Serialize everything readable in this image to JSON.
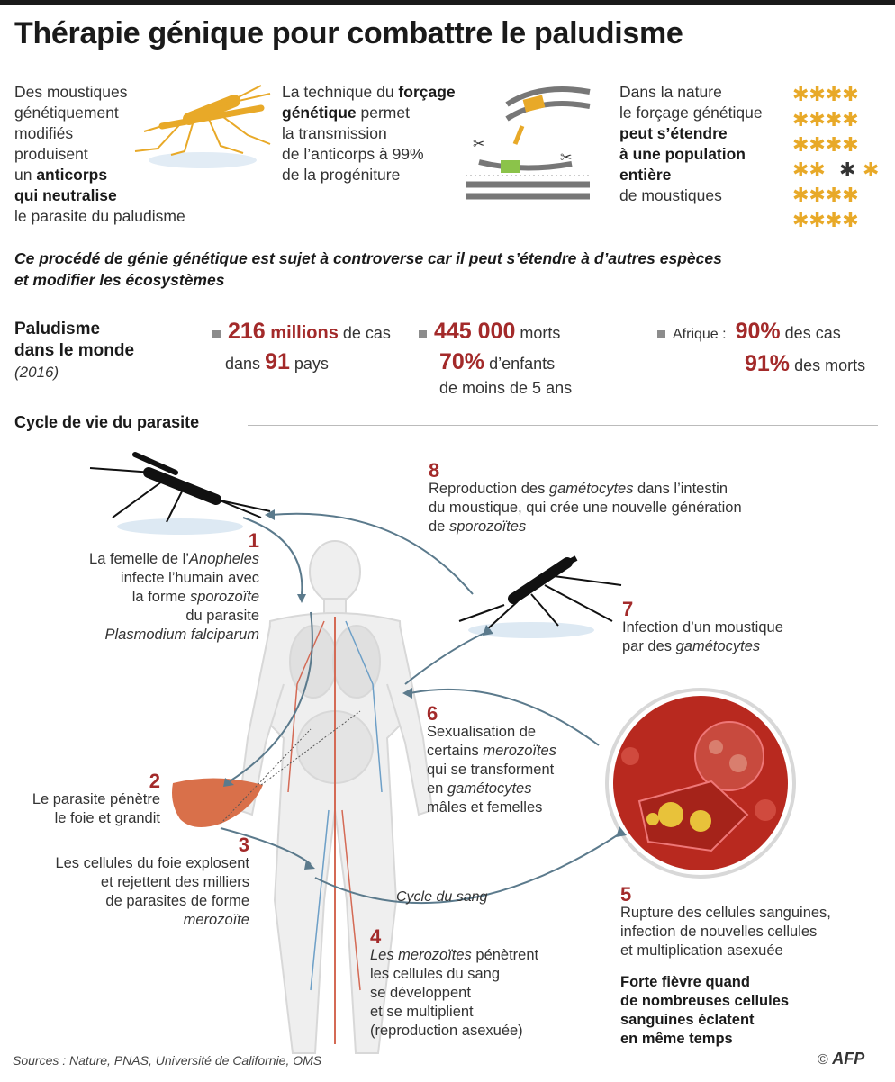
{
  "title": "Thérapie génique pour combattre le paludisme",
  "intro": {
    "col1": {
      "t1": "Des moustiques",
      "t2": "génétiquement",
      "t3": "modifiés",
      "t4": "produisent",
      "t5a": "un ",
      "t5b": "anticorps",
      "t6": "qui neutralise",
      "t7": "le parasite du paludisme"
    },
    "col2": {
      "t1a": "La technique du ",
      "t1b": "forçage",
      "t2a": "génétique",
      "t2b": " permet",
      "t3": "la transmission",
      "t4": "de l’anticorps à 99%",
      "t5": "de la progéniture"
    },
    "col3": {
      "t1": "Dans la nature",
      "t2": "le forçage génétique",
      "t3": "peut s’étendre",
      "t4": "à une population",
      "t5": "entière",
      "t6": "de moustiques"
    }
  },
  "controverse": {
    "line1": "Ce procédé de génie génétique est sujet à controverse car il peut s’étendre à d’autres espèces",
    "line2": "et modifier les écosystèmes"
  },
  "stats": {
    "title1": "Paludisme",
    "title2": "dans le monde",
    "year": "(2016)",
    "cases_num": "216",
    "cases_unit": "millions",
    "cases_text": "de cas",
    "countries_pre": "dans",
    "countries_num": "91",
    "countries_text": "pays",
    "deaths_num": "445 000",
    "deaths_text": "morts",
    "children_pct": "70%",
    "children_text1": "d’enfants",
    "children_text2": "de moins de 5 ans",
    "africa_label": "Afrique :",
    "africa_cases_pct": "90%",
    "africa_cases_text": "des cas",
    "africa_deaths_pct": "91%",
    "africa_deaths_text": "des morts"
  },
  "cycle": {
    "title": "Cycle de vie du parasite",
    "sang": "Cycle du sang",
    "s1": {
      "num": "1",
      "l1a": "La femelle de l’",
      "l1b": "Anopheles",
      "l2": "infecte l’humain avec",
      "l3a": "la forme ",
      "l3b": "sporozoïte",
      "l4": "du parasite",
      "l5": "Plasmodium falciparum"
    },
    "s2": {
      "num": "2",
      "l1": "Le parasite pénètre",
      "l2": "le foie et grandit"
    },
    "s3": {
      "num": "3",
      "l1": "Les cellules du foie explosent",
      "l2": "et rejettent des milliers",
      "l3": "de parasites de forme",
      "l4": "merozoïte"
    },
    "s4": {
      "num": "4",
      "l1a": "Les merozoïtes",
      "l1b": " pénètrent",
      "l2": "les cellules du sang",
      "l3": "se développent",
      "l4": "et se multiplient",
      "l5": "(reproduction asexuée)"
    },
    "s5": {
      "num": "5",
      "l1": "Rupture des cellules sanguines,",
      "l2": "infection de nouvelles cellules",
      "l3": "et multiplication asexuée",
      "f1": "Forte fièvre quand",
      "f2": "de nombreuses cellules",
      "f3": "sanguines éclatent",
      "f4": "en même temps"
    },
    "s6": {
      "num": "6",
      "l1": "Sexualisation de",
      "l2a": "certains ",
      "l2b": "merozoïtes",
      "l3": "qui se transforment",
      "l4a": "en ",
      "l4b": "gamétocytes",
      "l5": "mâles et femelles"
    },
    "s7": {
      "num": "7",
      "l1": "Infection d’un moustique",
      "l2a": "par des ",
      "l2b": "gamétocytes"
    },
    "s8": {
      "num": "8",
      "l1a": "Reproduction des ",
      "l1b": "gamétocytes",
      "l1c": " dans l’intestin",
      "l2": "du moustique, qui crée une nouvelle génération",
      "l3a": "de ",
      "l3b": "sporozoïtes"
    }
  },
  "sources": "Sources : Nature, PNAS, Université de Californie, OMS",
  "credit": {
    "copy": "©",
    "afp": "AFP"
  },
  "colors": {
    "accent": "#a32a2a",
    "mosquito_gold": "#e8a928",
    "liver": "#d9704a",
    "blood": "#b8291f"
  }
}
